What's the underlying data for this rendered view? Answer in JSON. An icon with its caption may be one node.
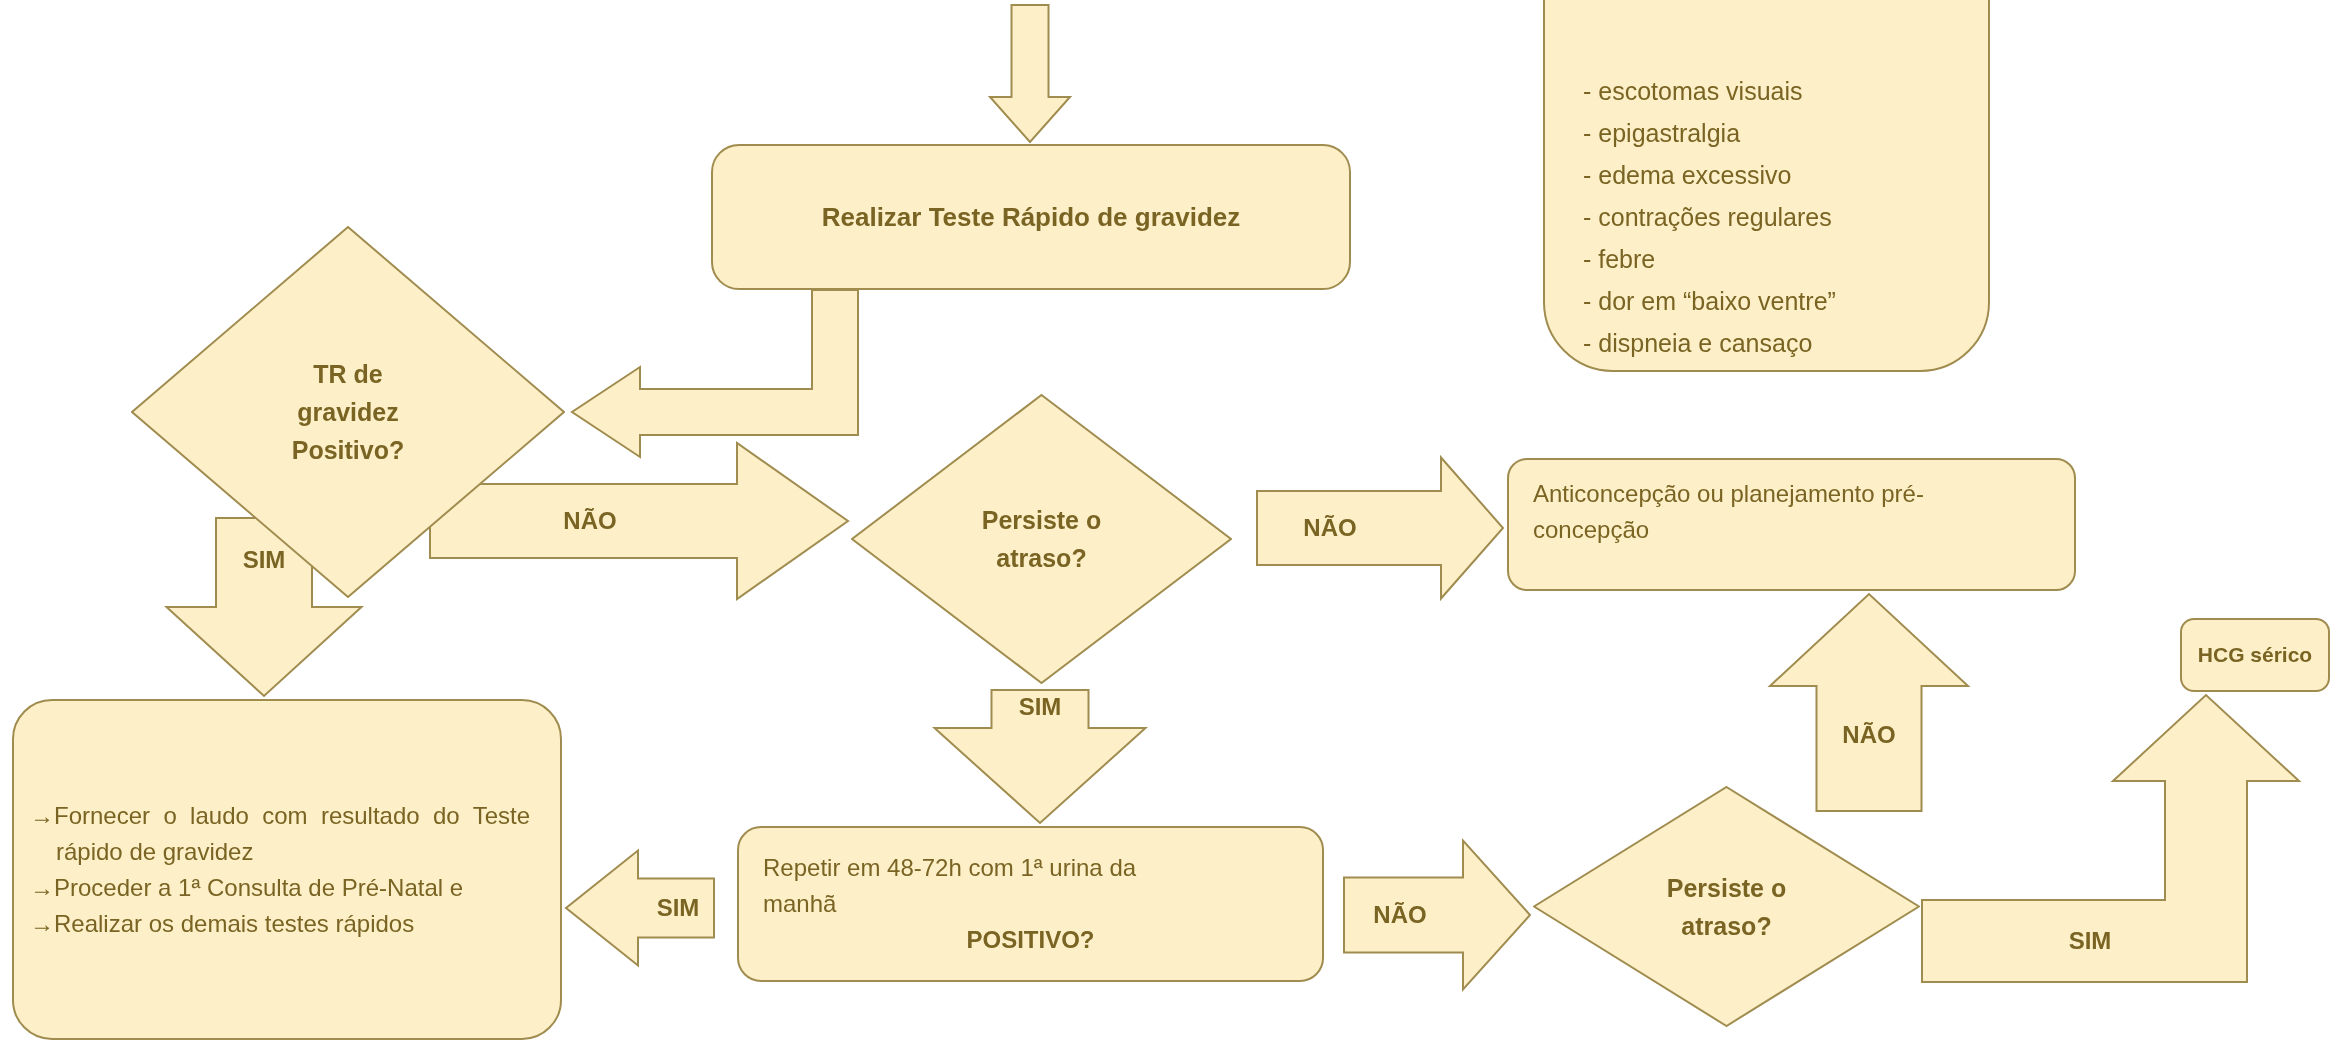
{
  "diagram": {
    "nodes": [
      {
        "text": [
          "Realizar Teste Rápido de gravidez"
        ]
      },
      {
        "text": [
          "- escotomas visuais",
          "- epigastralgia",
          "- edema excessivo",
          "- contrações regulares",
          "- febre",
          "- dor em “baixo ventre”",
          "- dispneia e cansaço"
        ]
      },
      {
        "text": [
          "TR de gravidez Positivo?"
        ]
      },
      {
        "text": [
          "Persiste o atraso?"
        ]
      },
      {
        "text": [
          "Anticoncepção ou planejamento pré-concepção"
        ]
      },
      {
        "text": [
          "HCG sérico"
        ]
      },
      {
        "text": [
          "→Fornecer o laudo com resultado do Teste rápido de gravidez",
          "→Proceder a 1ª Consulta de Pré-Natal e",
          "→Realizar os demais testes rápidos"
        ]
      },
      {
        "text": [
          "Repetir em 48-72h com 1ª urina da manhã",
          "POSITIVO?"
        ]
      },
      {
        "text": [
          "Persiste o atraso?"
        ]
      }
    ],
    "edges": [
      {
        "from": null,
        "to": 0,
        "arrow": "to"
      },
      {
        "from": 0,
        "to": 2,
        "arrow": "to"
      },
      {
        "from": 2,
        "to": 3,
        "arrow": "to",
        "label": "NÃO"
      },
      {
        "from": 2,
        "to": 6,
        "arrow": "to",
        "label": "SIM"
      },
      {
        "from": 3,
        "to": 4,
        "arrow": "to",
        "label": "NÃO"
      },
      {
        "from": 3,
        "to": 7,
        "arrow": "to",
        "label": "SIM"
      },
      {
        "from": 7,
        "to": 6,
        "arrow": "to",
        "label": "SIM"
      },
      {
        "from": 7,
        "to": 8,
        "arrow": "to",
        "label": "NÃO"
      },
      {
        "from": 8,
        "to": 4,
        "arrow": "to",
        "label": "NÃO"
      },
      {
        "from": 8,
        "to": 5,
        "arrow": "to",
        "label": "SIM"
      }
    ]
  }
}
